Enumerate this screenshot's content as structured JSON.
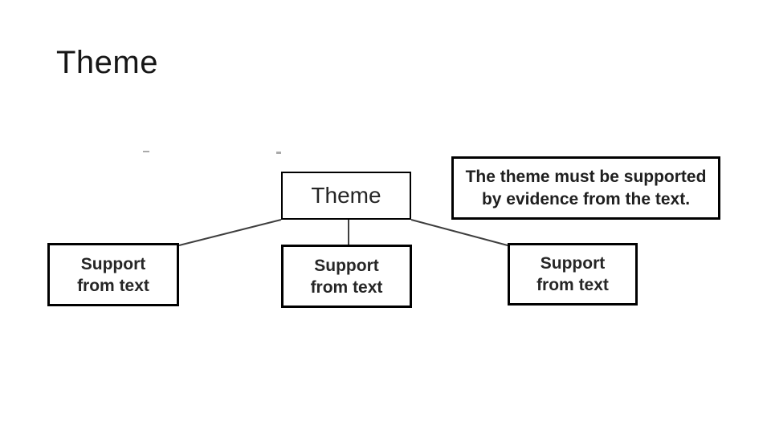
{
  "slide": {
    "title": "Theme"
  },
  "diagram": {
    "theme_box": {
      "label": "Theme"
    },
    "note_box": {
      "line1": "The theme must be supported",
      "line2": "by evidence from the text."
    },
    "support_boxes": [
      {
        "lines": [
          "Support",
          "from text"
        ]
      },
      {
        "lines": [
          "Support",
          "from text"
        ]
      },
      {
        "lines": [
          "Support",
          "from text"
        ]
      }
    ],
    "colors": {
      "background": "#ffffff",
      "box_border": "#000000",
      "connector": "#3f3f3f",
      "text": "#262626"
    }
  }
}
